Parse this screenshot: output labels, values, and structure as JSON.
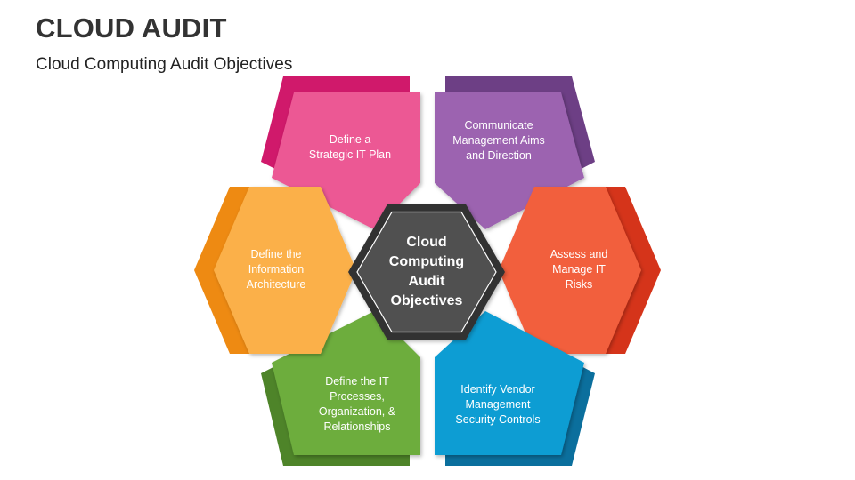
{
  "header": {
    "title": "CLOUD AUDIT",
    "subtitle": "Cloud Computing Audit Objectives"
  },
  "center": {
    "label": "Cloud\nComputing\nAudit\nObjectives",
    "color": "#505050",
    "border_color": "#333333"
  },
  "segments": [
    {
      "id": "strategic-it-plan",
      "label": "Define a\nStrategic IT Plan",
      "color": "#EC5894",
      "dark": "#D0196B"
    },
    {
      "id": "management-aims",
      "label": "Communicate\nManagement Aims\nand Direction",
      "color": "#9C64B0",
      "dark": "#6D3F85"
    },
    {
      "id": "it-risks",
      "label": "Assess and\nManage IT\nRisks",
      "color": "#F25F3C",
      "dark": "#D5341A"
    },
    {
      "id": "vendor-security",
      "label": "Identify Vendor\nManagement\nSecurity Controls",
      "color": "#0E9DD3",
      "dark": "#0B6F9D"
    },
    {
      "id": "it-processes",
      "label": "Define the IT\nProcesses,\nOrganization, &\nRelationships",
      "color": "#6DAD3E",
      "dark": "#4E8429"
    },
    {
      "id": "information-architecture",
      "label": "Define the\nInformation\nArchitecture",
      "color": "#FBB04A",
      "dark": "#EE8A12"
    }
  ]
}
